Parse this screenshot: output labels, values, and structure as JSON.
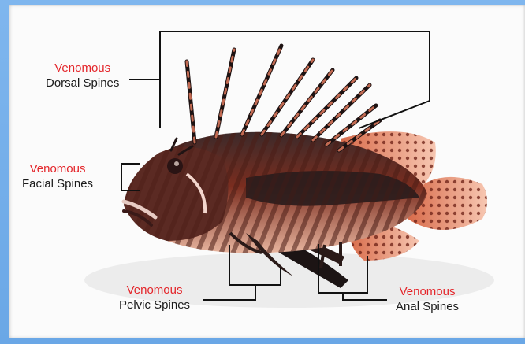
{
  "colors": {
    "background": "#7fb6ee",
    "venom_text": "#e4262b",
    "label_text": "#1b1b1b",
    "line": "#111111"
  },
  "labels": {
    "dorsal": {
      "venom": "Venomous",
      "part": "Dorsal Spines"
    },
    "facial": {
      "venom": "Venomous",
      "part": "Facial Spines"
    },
    "pelvic": {
      "venom": "Venomous",
      "part": "Pelvic Spines"
    },
    "anal": {
      "venom": "Venomous",
      "part": "Anal Spines"
    }
  }
}
